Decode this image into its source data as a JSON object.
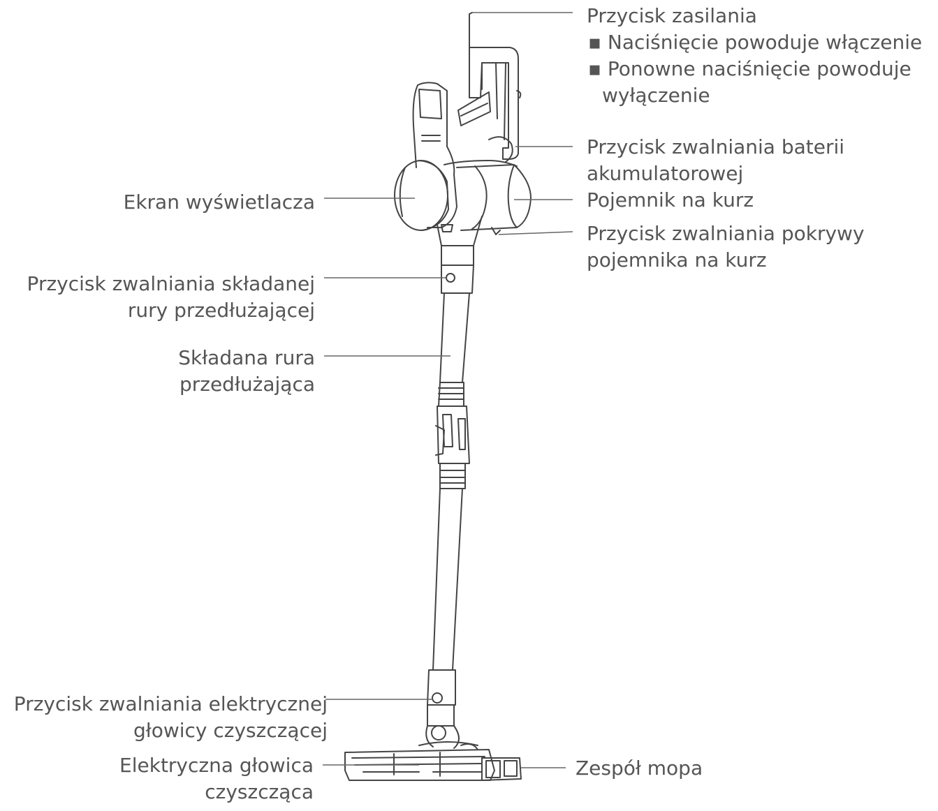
{
  "labels": {
    "power_button": {
      "title": "Przycisk zasilania",
      "bullets": [
        "Naciśnięcie powoduje włączenie",
        "Ponowne naciśnięcie powoduje",
        "wyłączenie"
      ]
    },
    "battery_release": [
      "Przycisk zwalniania baterii",
      "akumulatorowej"
    ],
    "dust_bin": [
      "Pojemnik na kurz"
    ],
    "dust_lid_release": [
      "Przycisk zwalniania pokrywy",
      "pojemnika na kurz"
    ],
    "display": [
      "Ekran wyświetlacza"
    ],
    "tube_release": [
      "Przycisk zwalniania składanej",
      "rury przedłużającej"
    ],
    "folding_tube": [
      "Składana rura",
      "przedłużająca"
    ],
    "head_release": [
      "Przycisk zwalniania elektrycznej",
      "głowicy czyszczącej"
    ],
    "brush_head": [
      "Elektryczna głowica",
      "czyszcząca"
    ],
    "mop": [
      "Zespół mopa"
    ]
  },
  "colors": {
    "text": "#555555",
    "line": "#666666",
    "drawing": "#444444"
  }
}
